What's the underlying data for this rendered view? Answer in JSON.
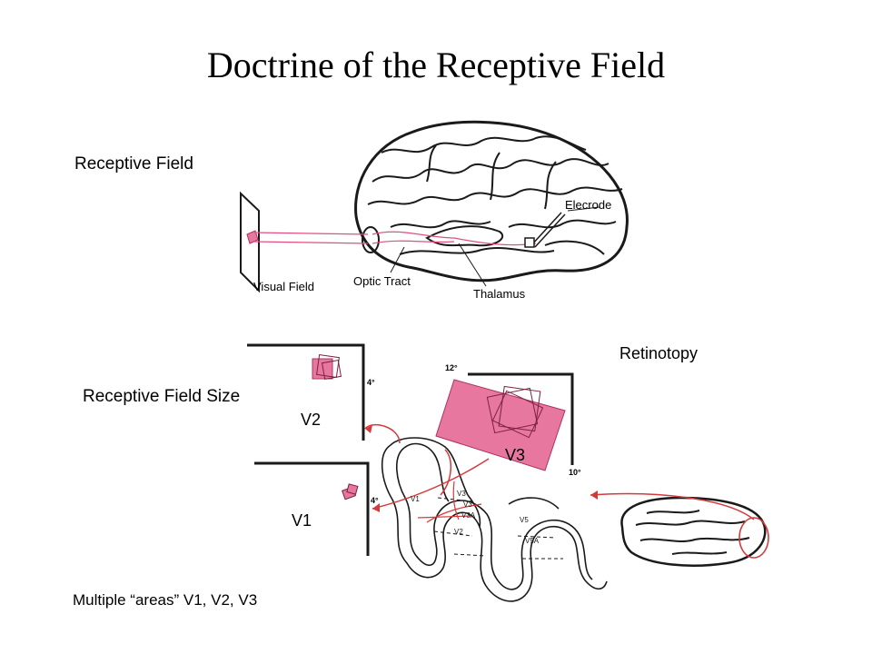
{
  "title": "Doctrine of the Receptive Field",
  "top_panel": {
    "heading": "Receptive Field",
    "visual_field": "Visual Field",
    "optic_tract": "Optic Tract",
    "thalamus": "Thalamus",
    "electrode": "Elecrode"
  },
  "bottom_panel": {
    "heading": "Receptive Field Size",
    "retinotopy": "Retinotopy",
    "v2_label": "V2",
    "v1_label": "V1",
    "v3_label": "V3",
    "v2_scale": "4°",
    "v1_scale": "4°",
    "v3_scale_top": "12°",
    "v3_scale_bottom": "10°",
    "cortex_labels": [
      "V1",
      "V2",
      "V3",
      "V3A",
      "V3",
      "V5",
      "V5A"
    ],
    "caption": "Multiple “areas” V1, V2, V3"
  },
  "colors": {
    "pink_fill": "#e8779f",
    "pink_line": "#e0507f",
    "red_arrow": "#d43a3a",
    "ink": "#1a1a1a"
  }
}
